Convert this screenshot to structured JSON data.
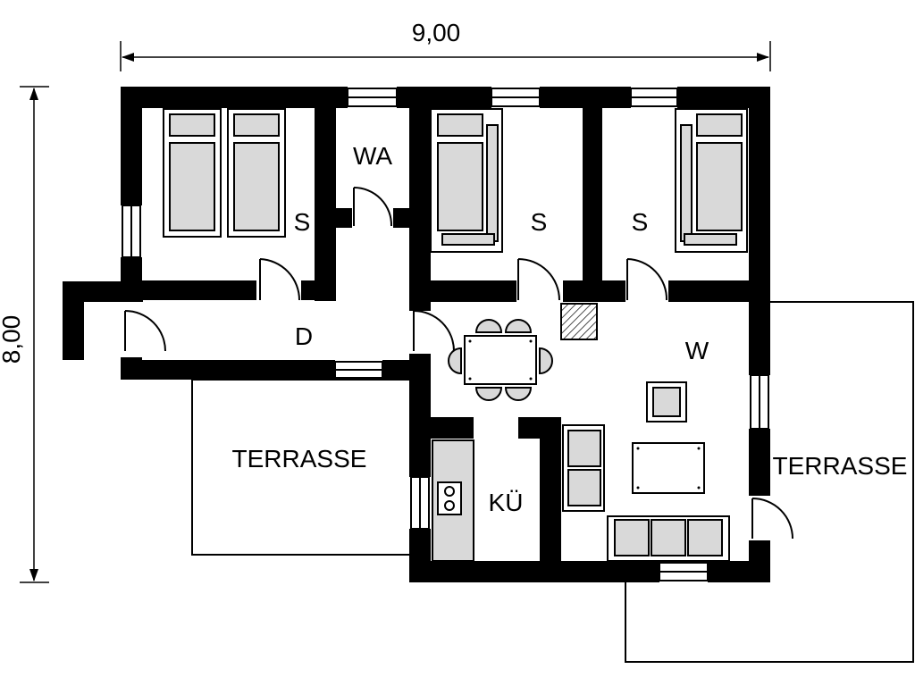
{
  "dimensions": {
    "width_label": "9,00",
    "height_label": "8,00"
  },
  "rooms": [
    {
      "key": "bedroom-1",
      "label": "S"
    },
    {
      "key": "washroom",
      "label": "WA"
    },
    {
      "key": "bedroom-2",
      "label": "S"
    },
    {
      "key": "bedroom-3",
      "label": "S"
    },
    {
      "key": "hallway",
      "label": "D"
    },
    {
      "key": "living-room",
      "label": "W"
    },
    {
      "key": "kitchen",
      "label": "KÜ"
    },
    {
      "key": "terrace-left",
      "label": "TERRASSE"
    },
    {
      "key": "terrace-right",
      "label": "TERRASSE"
    }
  ],
  "colors": {
    "wall": "#000000",
    "furniture_fill": "#d9d9d9",
    "outline": "#000000",
    "background": "#ffffff"
  }
}
